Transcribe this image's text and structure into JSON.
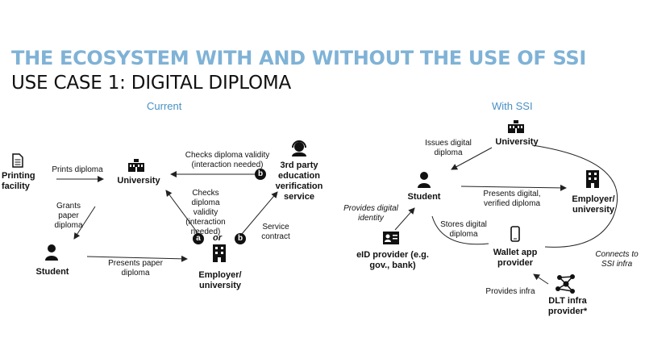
{
  "title": "THE ECOSYSTEM WITH AND WITHOUT THE USE OF SSI",
  "subtitle": "USE CASE 1: DIGITAL DIPLOMA",
  "current": {
    "heading": "Current",
    "nodes": {
      "printing": "Printing facility",
      "university": "University",
      "student": "Student",
      "employer": "Employer/ university",
      "verifier": "3rd party education verification service"
    },
    "edges": {
      "prints": "Prints diploma",
      "grants": "Grants paper diploma",
      "presents": "Presents paper diploma",
      "checks_b": "Checks diploma validity (interaction needed)",
      "checks_a": "Checks diploma validity (interaction needed)",
      "service": "Service contract"
    },
    "markers": {
      "a": "a",
      "b": "b",
      "or": "or"
    }
  },
  "ssi": {
    "heading": "With SSI",
    "nodes": {
      "university": "University",
      "student": "Student",
      "employer": "Employer/ university",
      "wallet": "Wallet app provider",
      "eid": "eID provider (e.g. gov., bank)",
      "dlt": "DLT infra provider*"
    },
    "edges": {
      "issues": "Issues digital diploma",
      "presents": "Presents digital, verified diploma",
      "provides_identity": "Provides digital identity",
      "stores": "Stores digital diploma",
      "provides_infra": "Provides infra",
      "connects": "Connects to SSI infra"
    }
  },
  "colors": {
    "title": "#7fb2d6",
    "section": "#4a90c4",
    "text": "#111111"
  },
  "icons": [
    "document-icon",
    "school-icon",
    "person-icon",
    "building-icon",
    "headset-icon",
    "id-card-icon",
    "phone-icon",
    "network-icon"
  ]
}
